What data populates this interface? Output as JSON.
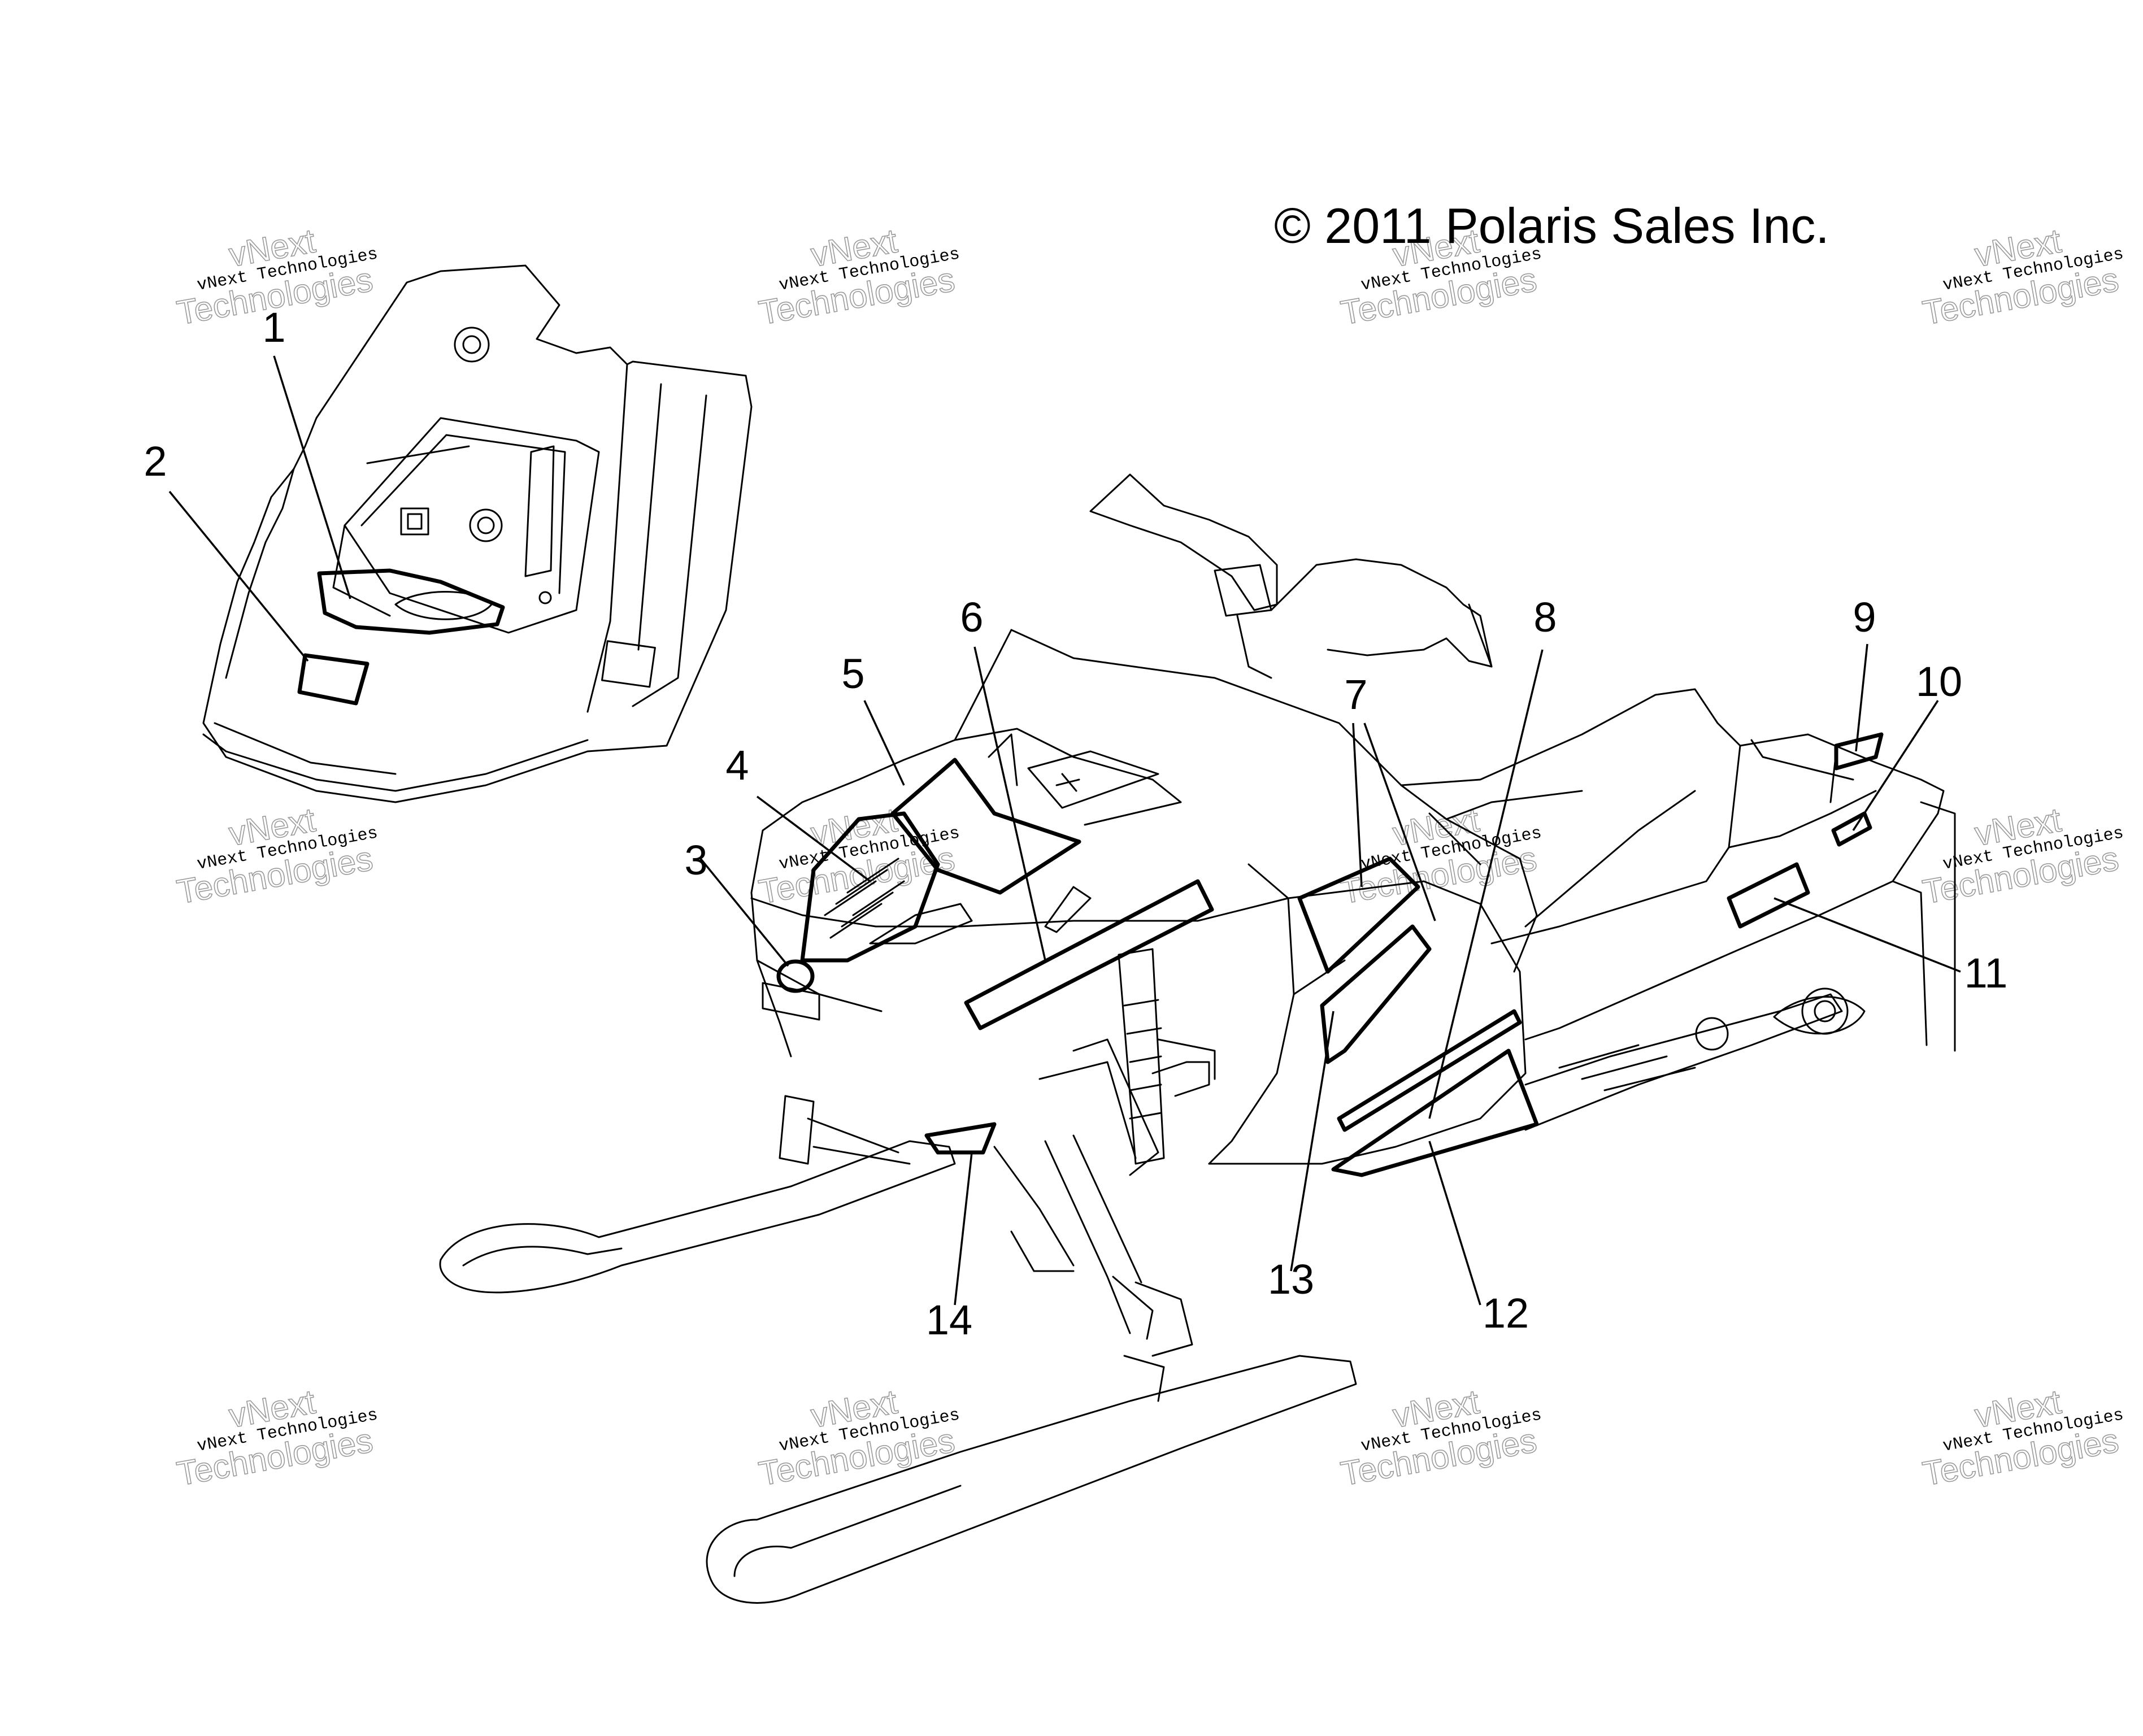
{
  "copyright": "© 2011 Polaris Sales Inc.",
  "watermark": {
    "line1": "vNext",
    "line2": "vNext Technologies",
    "line3": "Technologies"
  },
  "callouts": [
    {
      "id": "1",
      "label": "1"
    },
    {
      "id": "2",
      "label": "2"
    },
    {
      "id": "3",
      "label": "3"
    },
    {
      "id": "4",
      "label": "4"
    },
    {
      "id": "5",
      "label": "5"
    },
    {
      "id": "6",
      "label": "6"
    },
    {
      "id": "7",
      "label": "7"
    },
    {
      "id": "8",
      "label": "8"
    },
    {
      "id": "9",
      "label": "9"
    },
    {
      "id": "10",
      "label": "10"
    },
    {
      "id": "11",
      "label": "11"
    },
    {
      "id": "12",
      "label": "12"
    },
    {
      "id": "13",
      "label": "13"
    },
    {
      "id": "14",
      "label": "14"
    }
  ]
}
